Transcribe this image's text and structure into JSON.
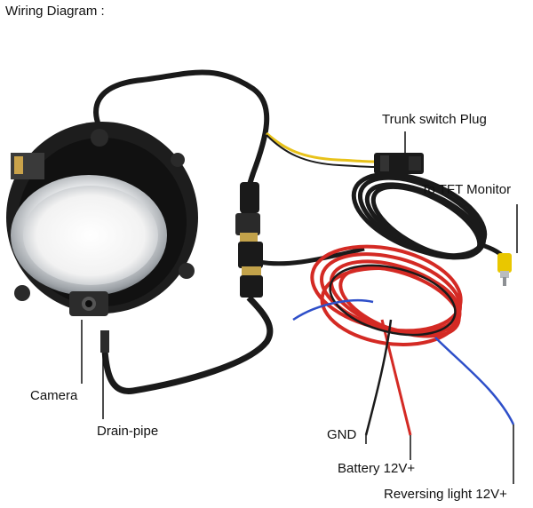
{
  "title": "Wiring Diagram :",
  "labels": {
    "trunk_switch_plug": "Trunk switch Plug",
    "tft_monitor": "To TFT Monitor",
    "camera": "Camera",
    "drain_pipe": "Drain-pipe",
    "gnd": "GND",
    "battery": "Battery 12V+",
    "reversing_light": "Reversing light 12V+"
  },
  "colors": {
    "wire_black": "#1a1a1a",
    "wire_red": "#d42a24",
    "wire_blue": "#2e4fc9",
    "wire_yellow": "#e8c21a",
    "rca_yellow": "#e9c700",
    "chrome": "#c9ccd0"
  }
}
